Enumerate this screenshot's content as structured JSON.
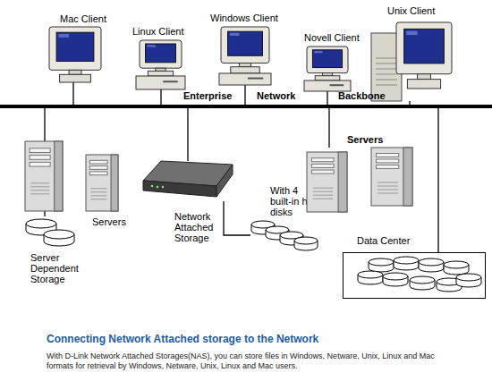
{
  "diagram": {
    "title": "Connecting Network Attached storage to the Network",
    "caption": "With D-Link Network Attached Storages(NAS), you can store files in Windows, Netware, Unix, Linux and Mac formats for retrieval by Windows, Netware, Unix, Linux and Mac users.",
    "nodes": [
      {
        "text": [
          "Mac Client"
        ]
      },
      {
        "text": [
          "Linux Client"
        ]
      },
      {
        "text": [
          "Windows Client"
        ]
      },
      {
        "text": [
          "Novell Client"
        ]
      },
      {
        "text": [
          "Unix Client"
        ]
      },
      {
        "text": [
          "Enterprise",
          "Network",
          "Backbone"
        ]
      },
      {
        "text": [
          "Servers"
        ]
      },
      {
        "text": [
          "Server Dependent Storage"
        ]
      },
      {
        "text": [
          "Network Attached Storage"
        ]
      },
      {
        "text": [
          "With 4 built-in hard disks"
        ]
      },
      {
        "text": [
          "Servers"
        ]
      },
      {
        "text": [
          "Data Center"
        ]
      }
    ],
    "edges": [
      {
        "from": 0,
        "to": 5,
        "arrow": "none"
      },
      {
        "from": 1,
        "to": 5,
        "arrow": "none"
      },
      {
        "from": 2,
        "to": 5,
        "arrow": "none"
      },
      {
        "from": 3,
        "to": 5,
        "arrow": "none"
      },
      {
        "from": 4,
        "to": 5,
        "arrow": "none"
      },
      {
        "from": 6,
        "to": 5,
        "arrow": "none"
      },
      {
        "from": 8,
        "to": 5,
        "arrow": "none"
      },
      {
        "from": 10,
        "to": 5,
        "arrow": "none"
      },
      {
        "from": 11,
        "to": 5,
        "arrow": "none"
      },
      {
        "from": 6,
        "to": 7,
        "arrow": "none"
      },
      {
        "from": 8,
        "to": 9,
        "arrow": "none"
      }
    ]
  }
}
